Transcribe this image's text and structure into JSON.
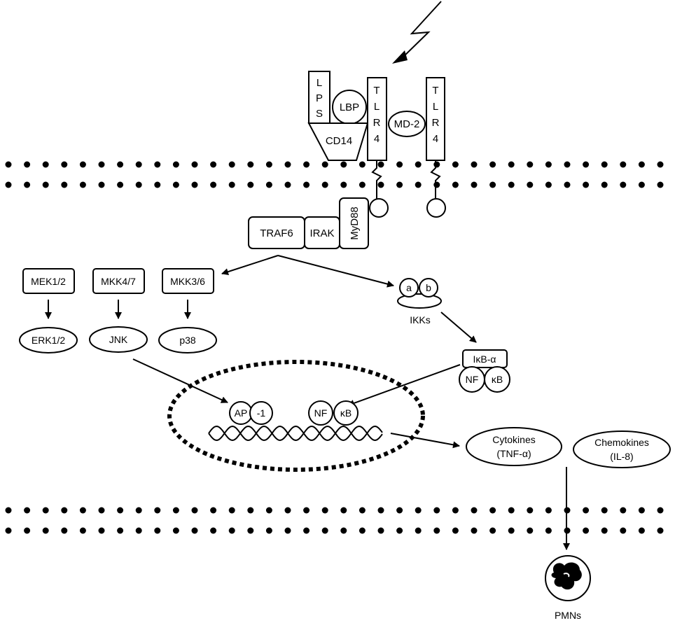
{
  "receptor": {
    "lps": [
      "L",
      "P",
      "S"
    ],
    "lbp": "LBP",
    "cd14": "CD14",
    "tlr4_left": [
      "T",
      "L",
      "R",
      "4"
    ],
    "md2": "MD-2",
    "tlr4_right": [
      "T",
      "L",
      "R",
      "4"
    ]
  },
  "adaptors": {
    "traf6": "TRAF6",
    "irak": "IRAK",
    "myd88": "MyD88"
  },
  "kinases": [
    {
      "upstream": "MEK1/2",
      "downstream": "ERK1/2"
    },
    {
      "upstream": "MKK4/7",
      "downstream": "JNK"
    },
    {
      "upstream": "MKK3/6",
      "downstream": "p38"
    }
  ],
  "ikk": {
    "sub_a": "a",
    "sub_b": "b",
    "label": "IKKs"
  },
  "ikb_complex": {
    "ikb": "IκB-α",
    "nf": "NF",
    "kb": "κB"
  },
  "nucleus": {
    "ap": "AP",
    "ap1": "-1",
    "nf": "NF",
    "kb": "κB"
  },
  "outputs": {
    "cytokines": [
      "Cytokines",
      "(TNF-α)"
    ],
    "chemokines": [
      "Chemokines",
      "(IL-8)"
    ]
  },
  "pmns": "PMNs"
}
